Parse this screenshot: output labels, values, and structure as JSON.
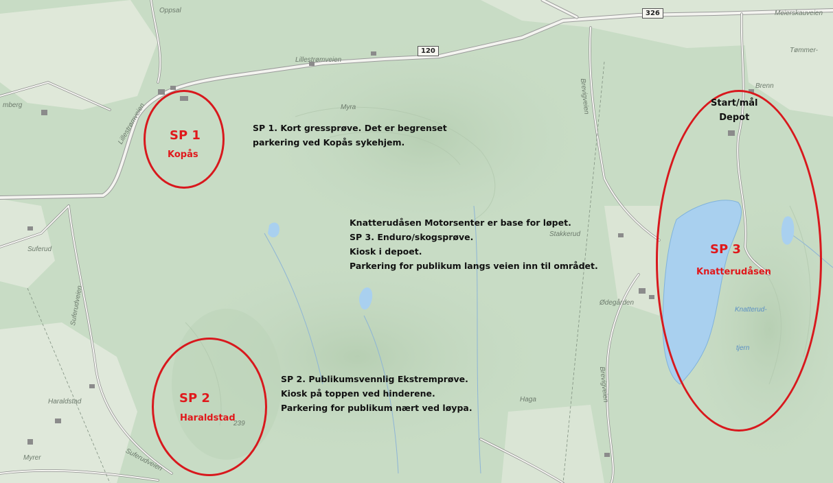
{
  "map": {
    "places": [
      "Oppsal",
      "Lillestrømveien",
      "Lillestrømveien",
      "mberg",
      "Myra",
      "Suferud",
      "Suferudveien",
      "Haraldstad",
      "Myrer",
      "Suferudveien",
      "Stakkerud",
      "Ødegården",
      "Brevigveien",
      "Brevigveien",
      "Meierskauveien",
      "Tømmer-",
      "Brenn",
      "Knatterud-",
      "tjern",
      "Haga",
      "239"
    ],
    "road_shields": [
      "120",
      "326"
    ],
    "colors": {
      "circle": "#d8181d",
      "label_red": "#e0181b",
      "water": "#a9d0ef",
      "land": "#c9dcc6"
    }
  },
  "stages": [
    {
      "id": "SP 1",
      "name": "Kopås"
    },
    {
      "id": "SP 2",
      "name": "Haraldstad"
    },
    {
      "id": "SP 3",
      "name": "Knatterudåsen"
    }
  ],
  "start": {
    "line1": "Start/mål",
    "line2": "Depot"
  },
  "notes": {
    "sp1": [
      "SP 1. Kort gressprøve. Det er begrenset",
      "parkering ved Kopås sykehjem."
    ],
    "base": [
      "Knatterudåsen Motorsenter er base for løpet.",
      "SP 3. Enduro/skogsprøve.",
      "Kiosk i depoet.",
      "Parkering for publikum langs veien inn til området."
    ],
    "sp2": [
      "SP 2. Publikumsvennlig Ekstremprøve.",
      "Kiosk på toppen ved hinderene.",
      "Parkering for publikum nært ved løypa."
    ]
  }
}
